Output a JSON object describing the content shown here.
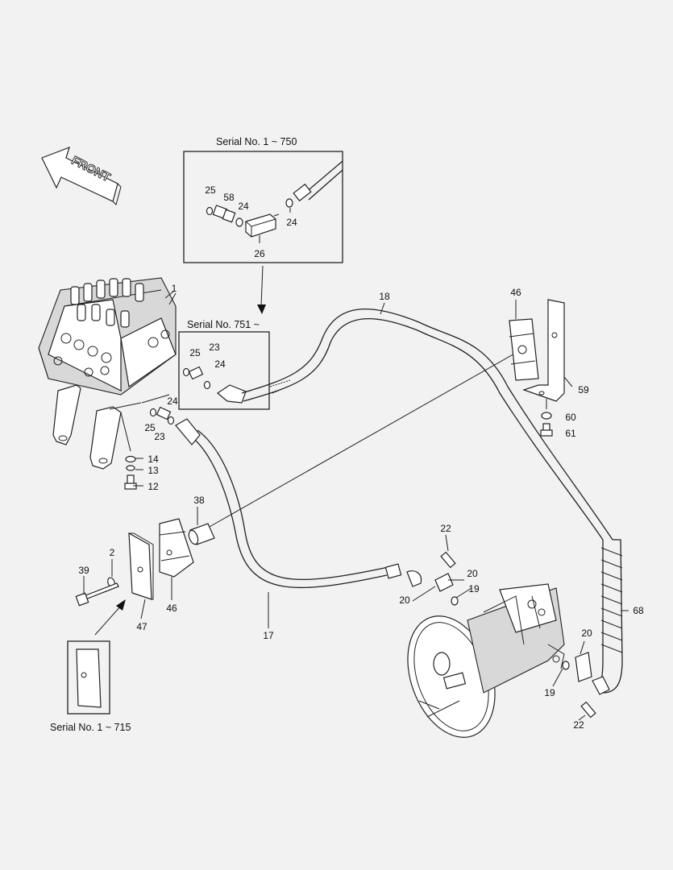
{
  "front_label": "FRONT",
  "captions": {
    "serial_1_750": "Serial No. 1 ~ 750",
    "serial_751": "Serial No. 751 ~",
    "serial_1_715": "Serial No. 1 ~ 715"
  },
  "callouts": [
    {
      "id": "c1",
      "text": "1"
    },
    {
      "id": "c18",
      "text": "18"
    },
    {
      "id": "c46a",
      "text": "46"
    },
    {
      "id": "c59",
      "text": "59"
    },
    {
      "id": "c60",
      "text": "60"
    },
    {
      "id": "c61",
      "text": "61"
    },
    {
      "id": "c25a",
      "text": "25"
    },
    {
      "id": "c58",
      "text": "58"
    },
    {
      "id": "c24a",
      "text": "24"
    },
    {
      "id": "c24b",
      "text": "24"
    },
    {
      "id": "c26",
      "text": "26"
    },
    {
      "id": "c25b",
      "text": "25"
    },
    {
      "id": "c23a",
      "text": "23"
    },
    {
      "id": "c24c",
      "text": "24"
    },
    {
      "id": "c24d",
      "text": "24"
    },
    {
      "id": "c25c",
      "text": "25"
    },
    {
      "id": "c23b",
      "text": "23"
    },
    {
      "id": "c14",
      "text": "14"
    },
    {
      "id": "c13",
      "text": "13"
    },
    {
      "id": "c12",
      "text": "12"
    },
    {
      "id": "c38",
      "text": "38"
    },
    {
      "id": "c2",
      "text": "2"
    },
    {
      "id": "c39",
      "text": "39"
    },
    {
      "id": "c47",
      "text": "47"
    },
    {
      "id": "c46b",
      "text": "46"
    },
    {
      "id": "c17",
      "text": "17"
    },
    {
      "id": "c22a",
      "text": "22"
    },
    {
      "id": "c20a",
      "text": "20"
    },
    {
      "id": "c19a",
      "text": "19"
    },
    {
      "id": "c20b",
      "text": "20"
    },
    {
      "id": "c68",
      "text": "68"
    },
    {
      "id": "c20c",
      "text": "20"
    },
    {
      "id": "c19b",
      "text": "19"
    },
    {
      "id": "c22b",
      "text": "22"
    }
  ]
}
